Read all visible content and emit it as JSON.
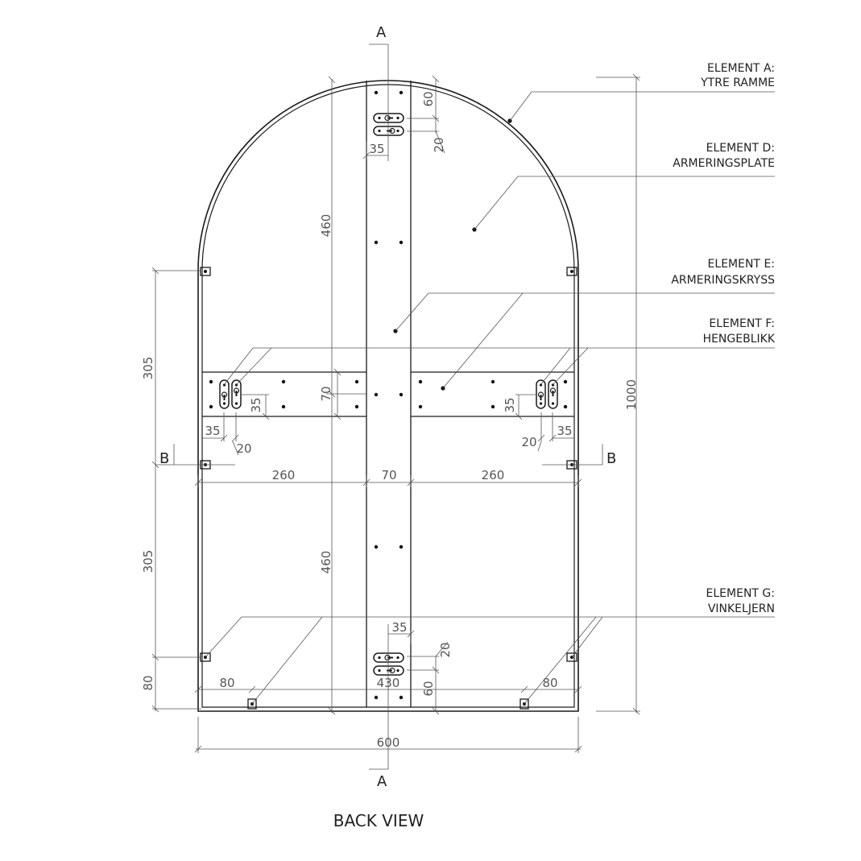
{
  "title": "BACK VIEW",
  "section_a": "A",
  "section_b": "B",
  "callouts": {
    "a_line1": "ELEMENT A:",
    "a_line2": "YTRE RAMME",
    "d_line1": "ELEMENT D:",
    "d_line2": "ARMERINGSPLATE",
    "e_line1": "ELEMENT E:",
    "e_line2": "ARMERINGSKRYSS",
    "f_line1": "ELEMENT F:",
    "f_line2": "HENGEBLIKK",
    "g_line1": "ELEMENT G:",
    "g_line2": "VINKELJERN"
  },
  "dims": {
    "total_height": "1000",
    "total_width": "600",
    "upper_460": "460",
    "lower_460": "460",
    "left_305_upper": "305",
    "left_305_lower": "305",
    "left_80": "80",
    "left_260": "260",
    "mid_70": "70",
    "right_260": "260",
    "band_70": "70",
    "inner_430": "430",
    "bottom_80_left": "80",
    "bottom_80_right": "80",
    "top_60": "60",
    "top_20": "20",
    "top_35": "35",
    "bot_35": "35",
    "bot_20": "20",
    "bot_60": "60",
    "l_35_v": "35",
    "l_35_h": "35",
    "l_20": "20",
    "r_35_v": "35",
    "r_35_h": "35",
    "r_20": "20"
  }
}
